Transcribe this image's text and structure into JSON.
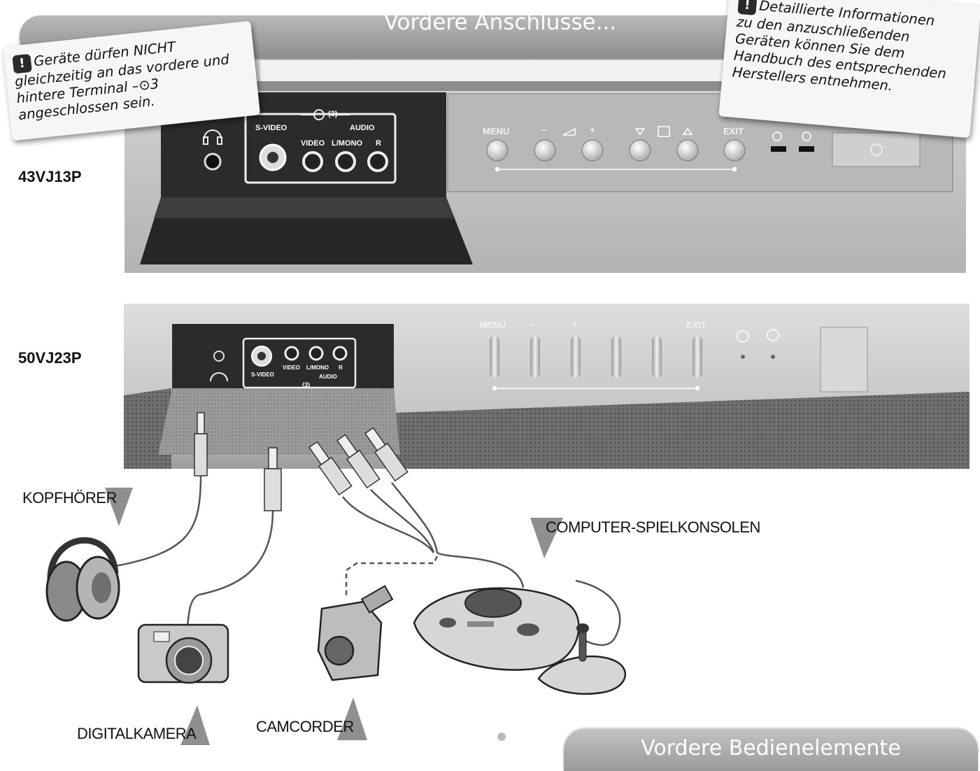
{
  "banner": {
    "title": "Vordere Anschlüsse..."
  },
  "note_left": {
    "lines": [
      "Geräte dürfen NICHT",
      "gleichzeitig an das vordere und",
      "hintere Terminal ",
      "angeschlossen sein."
    ],
    "ref_number": "3"
  },
  "note_right": {
    "lines": [
      "Detaillierte Informationen",
      "zu den anzuschließenden",
      "Geräten können Sie dem",
      "Handbuch des entsprechenden",
      "Herstellers entnehmen."
    ]
  },
  "models": {
    "top": "43VJ13P",
    "bottom": "50VJ23P"
  },
  "panel_top": {
    "svideo": "S-VIDEO",
    "audio": "AUDIO",
    "video": "VIDEO",
    "lmono": "L/MONO",
    "r": "R",
    "input": "(3)",
    "menu": "MENU",
    "exit": "EXIT",
    "minus": "–",
    "plus": "+"
  },
  "panel_bottom": {
    "svideo": "S-VIDEO",
    "audio": "AUDIO",
    "video": "VIDEO",
    "lmono": "L/MONO",
    "r": "R",
    "input": "(3)",
    "menu": "MENU",
    "exit": "EXIT",
    "minus": "–",
    "plus": "+"
  },
  "devices": {
    "headphones": "KOPFHÖRER",
    "consoles": "COMPUTER-SPIELKONSOLEN",
    "camera": "DIGITALKAMERA",
    "camcorder": "CAMCORDER"
  },
  "bottom_banner": {
    "title": "Vordere Bedienelemente"
  },
  "colors": {
    "banner": "#9e9e9e",
    "panel": "#2b2b2b",
    "tv_body": "#c9c9c9",
    "note": "#f6f6f6"
  }
}
